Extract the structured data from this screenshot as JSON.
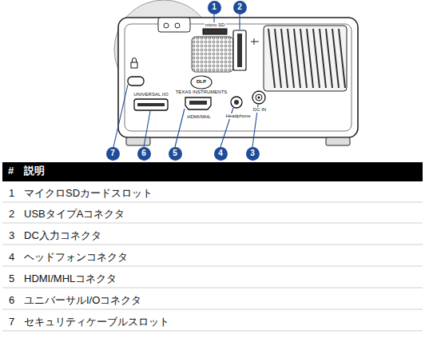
{
  "diagram": {
    "nodes": [
      {
        "text": [
          "1"
        ]
      },
      {
        "text": [
          "2"
        ]
      },
      {
        "text": [
          "7"
        ]
      },
      {
        "text": [
          "6"
        ]
      },
      {
        "text": [
          "5"
        ]
      },
      {
        "text": [
          "4"
        ]
      },
      {
        "text": [
          "3"
        ]
      }
    ],
    "labels": [
      "micro SD",
      "DLP",
      "TEXAS INSTRUMENTS",
      "UNIVERSAL I/O",
      "HDMI/MHL",
      "Headphone",
      "DC IN",
      "#",
      "説明",
      "1",
      "マイクロSDカードスロット",
      "2",
      "USBタイプAコネクタ",
      "3",
      "DC入力コネクタ",
      "4",
      "ヘッドフォンコネクタ",
      "5",
      "HDMI/MHLコネクタ",
      "6",
      "ユニバーサルI/Oコネクタ",
      "7",
      "セキュリティケーブルスロット"
    ]
  }
}
